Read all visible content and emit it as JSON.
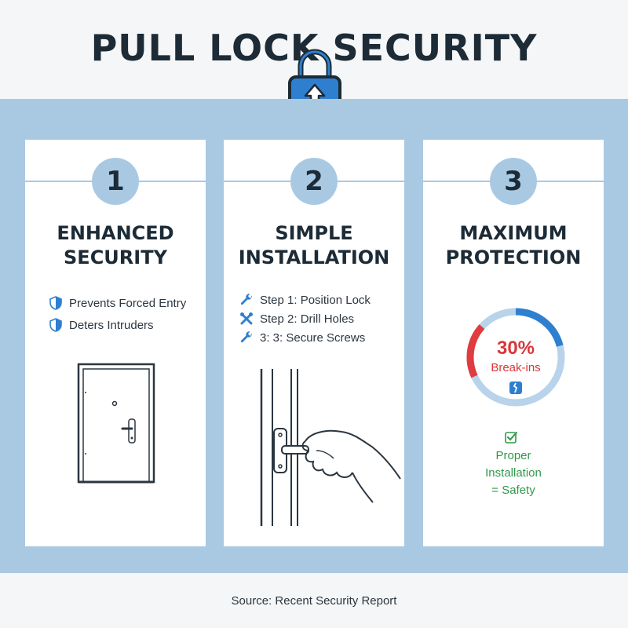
{
  "header": {
    "title": "PULL LOCK SECURITY",
    "icon": "padlock-up-arrow-icon"
  },
  "colors": {
    "band": "#a9c9e3",
    "accent_blue": "#2f7fd0",
    "alert_red": "#d9373b",
    "success_green": "#2f9a4a",
    "title_dark": "#1c2b36"
  },
  "cards": [
    {
      "number": "1",
      "title_line1": "ENHANCED",
      "title_line2": "SECURITY",
      "items": [
        {
          "icon": "shield-icon",
          "text": "Prevents Forced Entry"
        },
        {
          "icon": "shield-icon",
          "text": "Deters Intruders"
        }
      ],
      "illustration": "door-illustration"
    },
    {
      "number": "2",
      "title_line1": "SIMPLE",
      "title_line2": "INSTALLATION",
      "items": [
        {
          "icon": "wrench-icon",
          "text": "Step 1: Position Lock"
        },
        {
          "icon": "tools-cross-icon",
          "text": "Step 2: Drill Holes"
        },
        {
          "icon": "wrench-icon",
          "text": "3: 3: Secure Screws"
        }
      ],
      "illustration": "hand-pull-lock-illustration"
    },
    {
      "number": "3",
      "title_line1": "MAXIMUM",
      "title_line2": "PROTECTION",
      "stat": {
        "value": "30%",
        "label": "Break-ins",
        "fraction": 0.3
      },
      "safety_line1": "Proper",
      "safety_line2": "Installation",
      "safety_line3": "= Safety"
    }
  ],
  "footer": {
    "source": "Source: Recent Security Report"
  }
}
